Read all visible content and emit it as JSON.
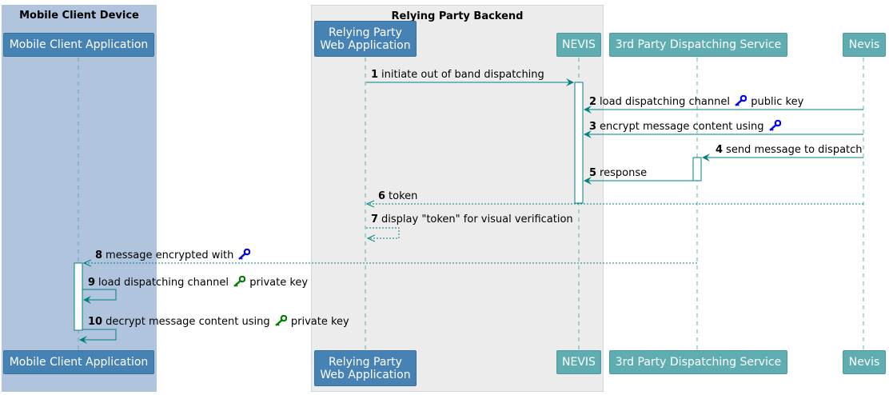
{
  "boxes": {
    "mobile": {
      "title": "Mobile Client Device",
      "color": "#b0c4de"
    },
    "backend": {
      "title": "Relying Party Backend",
      "color": "#ececec"
    }
  },
  "participants": {
    "mobile_app": {
      "label": "Mobile Client Application",
      "color": "#4682b4"
    },
    "rp_web": {
      "label_line1": "Relying Party",
      "label_line2": "Web Application",
      "color": "#4682b4"
    },
    "nevis": {
      "label": "NEVIS",
      "color": "#5fadb0"
    },
    "dispatch": {
      "label": "3rd Party Dispatching Service",
      "color": "#5fadb0"
    },
    "nevis2": {
      "label": "Nevis",
      "color": "#5fadb0"
    }
  },
  "messages": [
    {
      "num": "1",
      "text": "initiate out of band dispatching"
    },
    {
      "num": "2",
      "text_before": "load dispatching channel",
      "key": "blue-key-icon",
      "text_after": "public key"
    },
    {
      "num": "3",
      "text_before": "encrypt message content using",
      "key": "blue-key-icon",
      "text_after": ""
    },
    {
      "num": "4",
      "text": "send message to dispatch"
    },
    {
      "num": "5",
      "text": "response"
    },
    {
      "num": "6",
      "text": "token"
    },
    {
      "num": "7",
      "text": "display \"token\" for visual verification"
    },
    {
      "num": "8",
      "text_before": "message encrypted with",
      "key": "blue-key-icon",
      "text_after": ""
    },
    {
      "num": "9",
      "text_before": "load dispatching channel",
      "key": "green-key-icon",
      "text_after": "private key"
    },
    {
      "num": "10",
      "text_before": "decrypt message content using",
      "key": "green-key-icon",
      "text_after": "private key"
    }
  ],
  "colors": {
    "arrow": "#008080",
    "lifeline": "#5fadb0",
    "blue_key": "#0000ff",
    "green_key": "#008000"
  }
}
